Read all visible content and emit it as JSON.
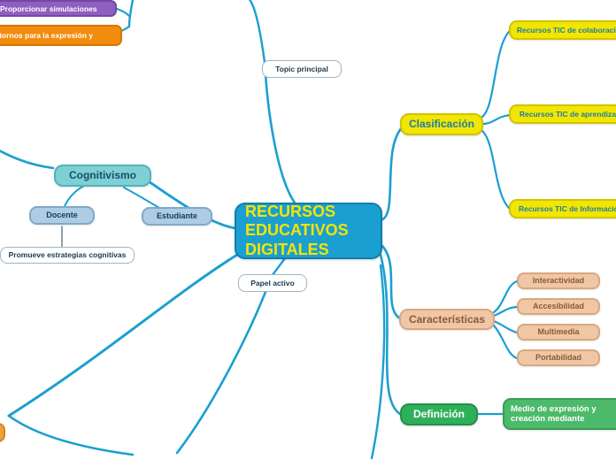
{
  "diagram": {
    "type": "mind-map",
    "central": {
      "lines": [
        "RECURSOS",
        "EDUCATIVOS",
        "DIGITALES"
      ],
      "color": "#1b9fd0",
      "text_color": "#f5e400"
    },
    "branches": {
      "clasificacion": {
        "label": "Clasificación",
        "color": "#f2e500",
        "children": [
          {
            "label": "Recursos TIC de colaboración"
          },
          {
            "label": "Recursos TIC de aprendizaje"
          },
          {
            "label": "Recursos TIC de Información"
          }
        ]
      },
      "caracteristicas": {
        "label": "Características",
        "color": "#f0c7a6",
        "children": [
          {
            "label": "Interactividad"
          },
          {
            "label": "Accesibilidad"
          },
          {
            "label": "Multimedia"
          },
          {
            "label": "Portabilidad"
          }
        ]
      },
      "definicion": {
        "label": "Definición",
        "color": "#2eb05a",
        "children": [
          {
            "label": "Medio de expresión y creación mediante"
          }
        ]
      },
      "cognitivismo": {
        "label": "Cognitivismo",
        "color": "#7fd0d4",
        "children": [
          {
            "label": "Docente"
          },
          {
            "label": "Estudiante"
          },
          {
            "label": "Promueve estrategias cognitivas"
          }
        ]
      },
      "topic_principal": {
        "label": "Topic principal"
      },
      "papel_activo": {
        "label": "Papel activo"
      }
    },
    "floating": [
      {
        "label": "Proporcionar simulaciones",
        "color": "#8e5fbf"
      },
      {
        "label": "ntornos para la expresión y",
        "color": "#f28c0f"
      }
    ]
  },
  "edge_color": "#1b9fd0"
}
